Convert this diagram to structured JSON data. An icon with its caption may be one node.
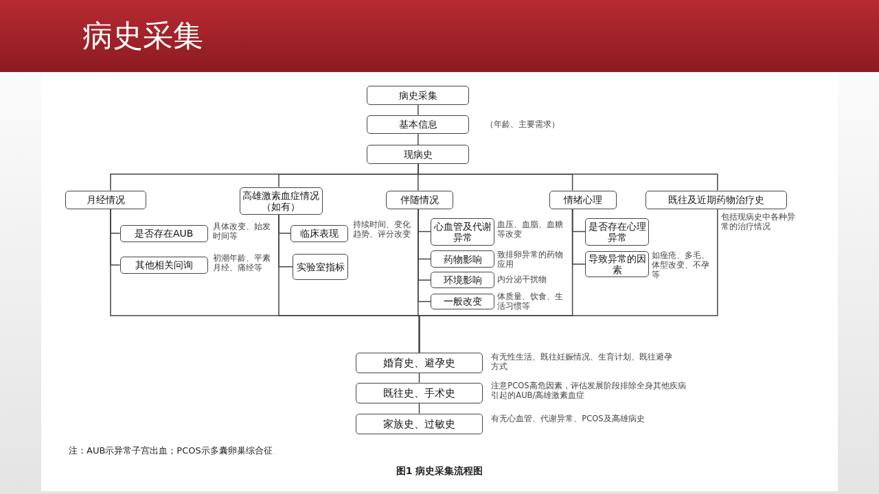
{
  "diagram": {
    "title": "病史采集",
    "caption": "图1 病史采集流程图",
    "nodes": [
      {
        "text": [
          "病史采集"
        ]
      },
      {
        "text": [
          "基本信息"
        ],
        "beside": [
          "（年龄、主要需求）"
        ]
      },
      {
        "text": [
          "现病史"
        ]
      },
      {
        "text": [
          "月经情况"
        ]
      },
      {
        "text": [
          "高雄激素血症情况（如有）"
        ]
      },
      {
        "text": [
          "伴随情况"
        ]
      },
      {
        "text": [
          "情绪心理"
        ]
      },
      {
        "text": [
          "既往及近期药物治疗史"
        ],
        "beside": [
          "包括现病史中各种异常的治疗情况"
        ]
      },
      {
        "text": [
          "是否存在AUB"
        ],
        "beside": [
          "具体改变、始发时间等"
        ]
      },
      {
        "text": [
          "其他相关问询"
        ],
        "beside": [
          "初潮年龄、平素月经、痛经等"
        ]
      },
      {
        "text": [
          "临床表现"
        ],
        "beside": [
          "持续时间、变化趋势、评分改变"
        ]
      },
      {
        "text": [
          "实验室指标"
        ]
      },
      {
        "text": [
          "心血管及代谢异常"
        ],
        "beside": [
          "血压、血脂、血糖等改变"
        ]
      },
      {
        "text": [
          "药物影响"
        ],
        "beside": [
          "致排卵异常的药物应用"
        ]
      },
      {
        "text": [
          "环境影响"
        ],
        "beside": [
          "内分泌干扰物"
        ]
      },
      {
        "text": [
          "一般改变"
        ],
        "beside": [
          "体质量、饮食、生活习惯等"
        ]
      },
      {
        "text": [
          "是否存在心理异常"
        ]
      },
      {
        "text": [
          "导致异常的因素"
        ],
        "beside": [
          "如痤疮、多毛、体型改变、不孕等"
        ]
      },
      {
        "text": [
          "婚育史、避孕史"
        ],
        "beside": [
          "有无性生活、既往妊娠情况、生育计划、既往避孕方式"
        ]
      },
      {
        "text": [
          "既往史、手术史"
        ],
        "beside": [
          "注意PCOS高危因素，评估发展阶段排除全身其他疾病引起的AUB/高雄激素血症"
        ]
      },
      {
        "text": [
          "家族史、过敏史"
        ],
        "beside": [
          "有无心血管、代谢异常、PCOS及高雄病史"
        ]
      }
    ],
    "edges": [
      {
        "from": 0,
        "to": 1,
        "arrow": "none"
      },
      {
        "from": 1,
        "to": 2,
        "arrow": "none"
      },
      {
        "from": 2,
        "to": 3,
        "arrow": "none"
      },
      {
        "from": 2,
        "to": 4,
        "arrow": "none"
      },
      {
        "from": 2,
        "to": 5,
        "arrow": "none"
      },
      {
        "from": 2,
        "to": 6,
        "arrow": "none"
      },
      {
        "from": 2,
        "to": 7,
        "arrow": "none"
      },
      {
        "from": 3,
        "to": 8,
        "arrow": "none"
      },
      {
        "from": 3,
        "to": 9,
        "arrow": "none"
      },
      {
        "from": 4,
        "to": 10,
        "arrow": "none"
      },
      {
        "from": 4,
        "to": 11,
        "arrow": "none"
      },
      {
        "from": 5,
        "to": 12,
        "arrow": "none"
      },
      {
        "from": 5,
        "to": 13,
        "arrow": "none"
      },
      {
        "from": 5,
        "to": 14,
        "arrow": "none"
      },
      {
        "from": 5,
        "to": 15,
        "arrow": "none"
      },
      {
        "from": 6,
        "to": 16,
        "arrow": "none"
      },
      {
        "from": 6,
        "to": 17,
        "arrow": "none"
      },
      {
        "from": 3,
        "to": 18,
        "arrow": "none"
      },
      {
        "from": 4,
        "to": 18,
        "arrow": "none"
      },
      {
        "from": 5,
        "to": 18,
        "arrow": "none"
      },
      {
        "from": 6,
        "to": 18,
        "arrow": "none"
      },
      {
        "from": 7,
        "to": 18,
        "arrow": "none"
      },
      {
        "from": 18,
        "to": 19,
        "arrow": "none"
      },
      {
        "from": 19,
        "to": 20,
        "arrow": "none"
      }
    ],
    "labels": [
      "注：AUB示异常子宫出血；PCOS示多囊卵巢综合征"
    ]
  }
}
